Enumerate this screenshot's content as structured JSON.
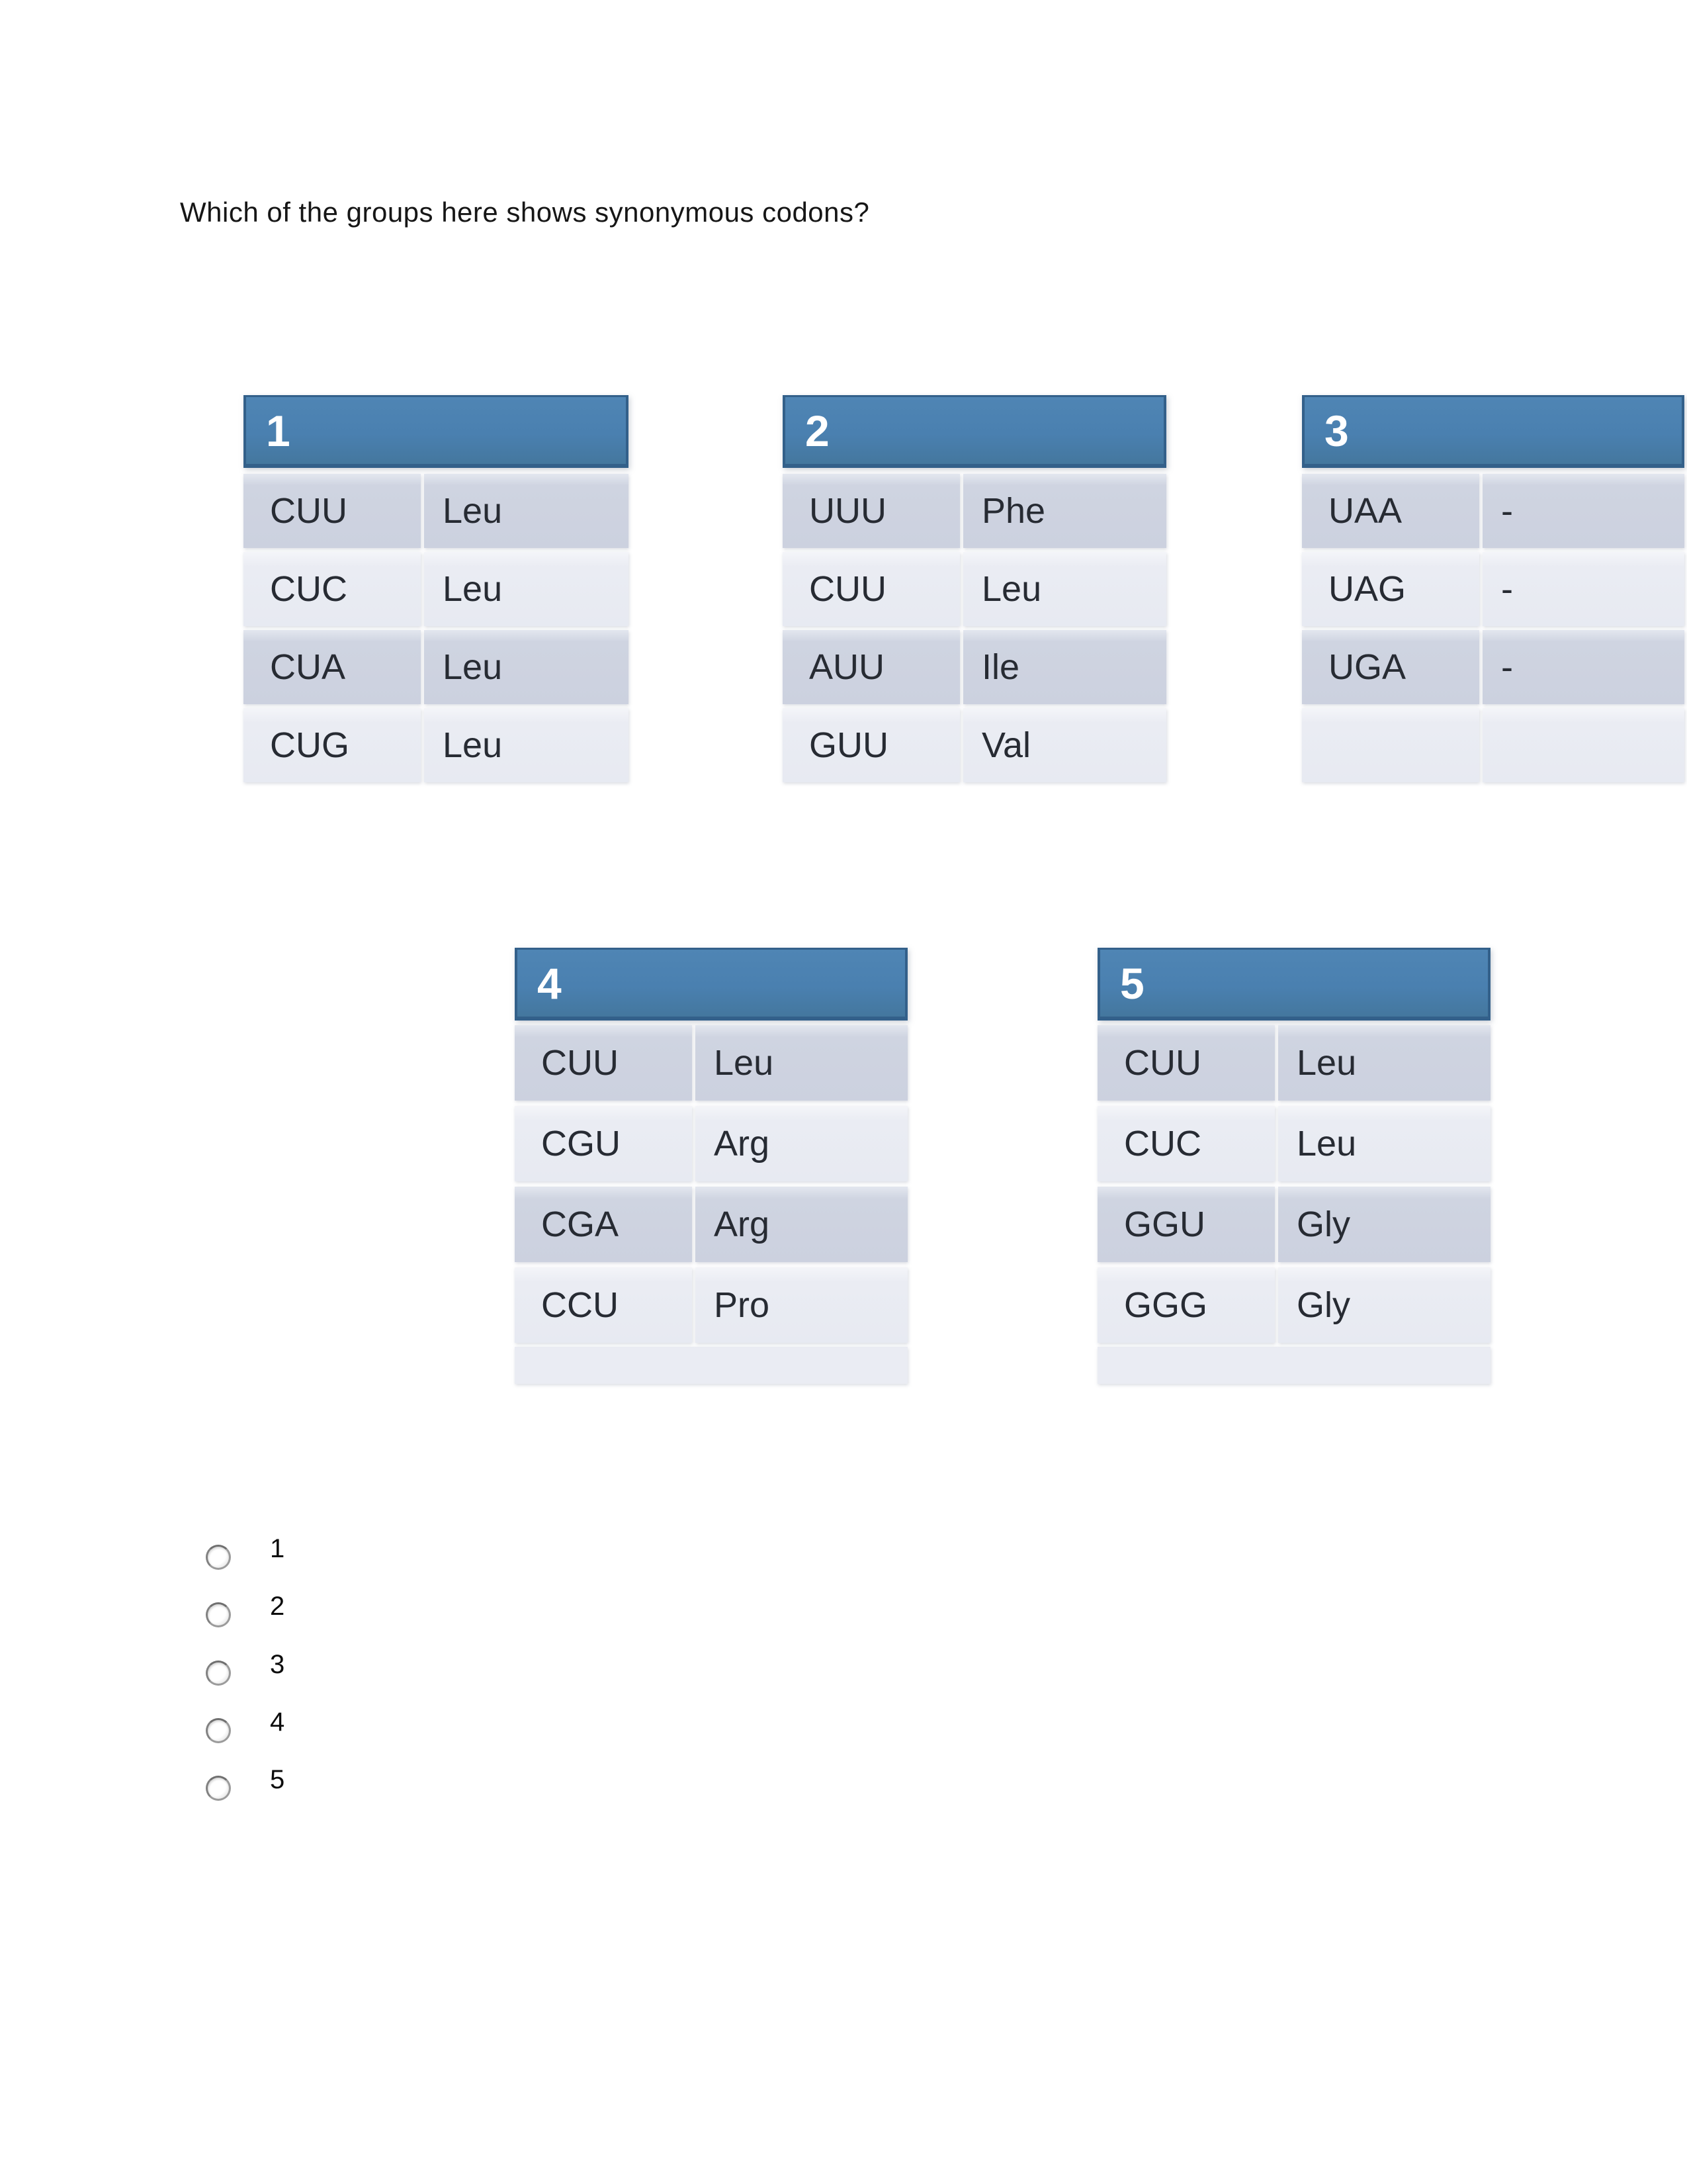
{
  "question": {
    "text": "Which of the groups here shows synonymous codons?"
  },
  "tables": [
    {
      "label": "1",
      "rows": [
        [
          "CUU",
          "Leu"
        ],
        [
          "CUC",
          "Leu"
        ],
        [
          "CUA",
          "Leu"
        ],
        [
          "CUG",
          "Leu"
        ]
      ]
    },
    {
      "label": "2",
      "rows": [
        [
          "UUU",
          "Phe"
        ],
        [
          "CUU",
          "Leu"
        ],
        [
          "AUU",
          "Ile"
        ],
        [
          "GUU",
          "Val"
        ]
      ]
    },
    {
      "label": "3",
      "rows": [
        [
          "UAA",
          "-"
        ],
        [
          "UAG",
          "-"
        ],
        [
          "UGA",
          "-"
        ],
        [
          "",
          ""
        ]
      ]
    },
    {
      "label": "4",
      "rows": [
        [
          "CUU",
          "Leu"
        ],
        [
          "CGU",
          "Arg"
        ],
        [
          "CGA",
          "Arg"
        ],
        [
          "CCU",
          "Pro"
        ]
      ]
    },
    {
      "label": "5",
      "rows": [
        [
          "CUU",
          "Leu"
        ],
        [
          "CUC",
          "Leu"
        ],
        [
          "GGU",
          "Gly"
        ],
        [
          "GGG",
          "Gly"
        ]
      ]
    }
  ],
  "options": [
    {
      "label": "1"
    },
    {
      "label": "2"
    },
    {
      "label": "3"
    },
    {
      "label": "4"
    },
    {
      "label": "5"
    }
  ],
  "colors": {
    "page_bg": "#ffffff",
    "header_blue": "#4a80b0",
    "header_border": "#33608a",
    "row_dark": "#cfd4e1",
    "row_light": "#eaecf3",
    "cell_text": "#272b33"
  }
}
